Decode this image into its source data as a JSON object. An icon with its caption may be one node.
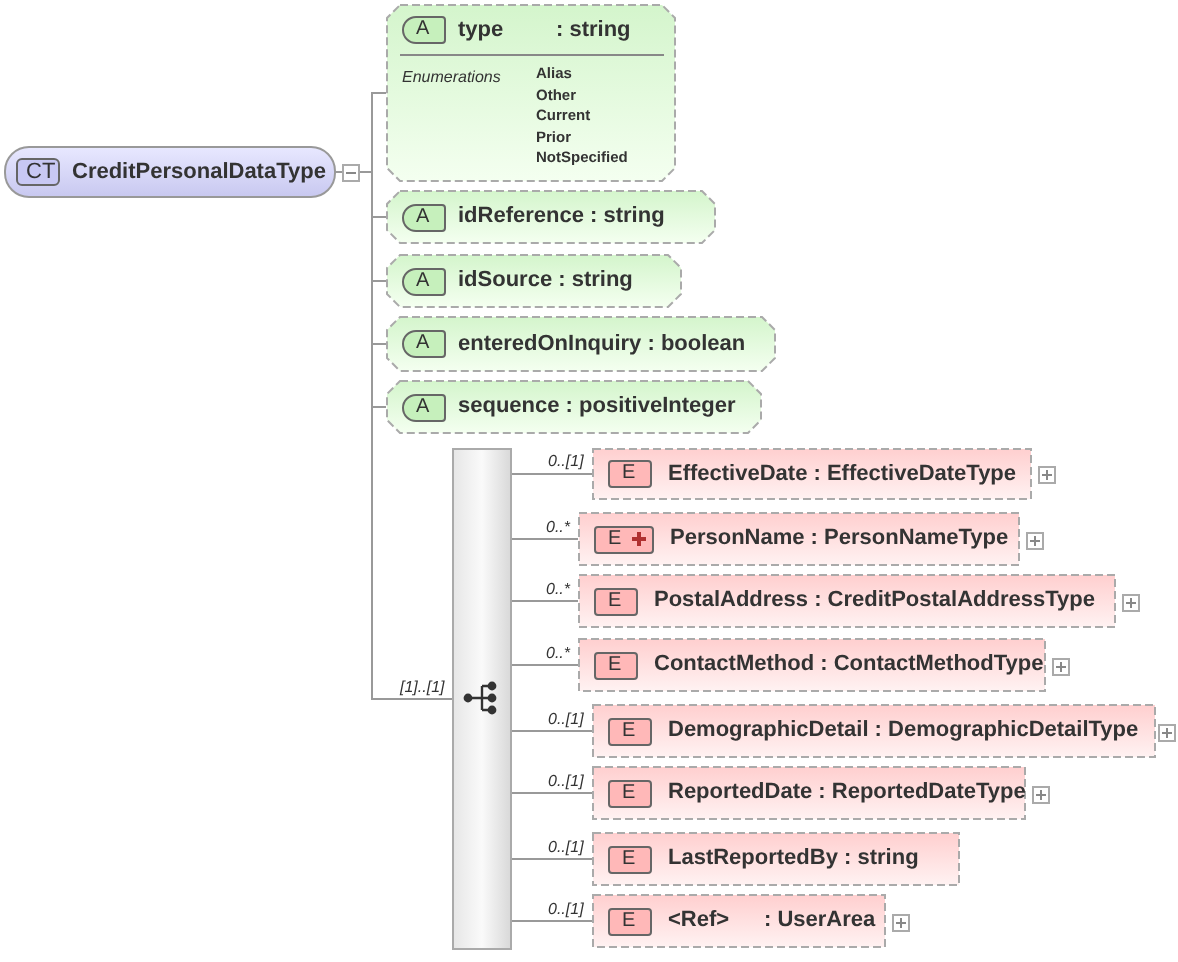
{
  "diagram": {
    "nodes": [
      {
        "text": [
          "CT",
          "CreditPersonalDataType"
        ]
      },
      {
        "text": [
          "A",
          "type",
          ": string",
          "Enumerations",
          "Alias",
          "Other",
          "Current",
          "Prior",
          "NotSpecified"
        ]
      },
      {
        "text": [
          "A",
          "idReference : string"
        ]
      },
      {
        "text": [
          "A",
          "idSource : string"
        ]
      },
      {
        "text": [
          "A",
          "enteredOnInquiry : boolean"
        ]
      },
      {
        "text": [
          "A",
          "sequence : positiveInteger"
        ]
      },
      {
        "text": [],
        "shape": "bar"
      },
      {
        "text": [
          "E",
          "EffectiveDate : EffectiveDateType"
        ]
      },
      {
        "text": [
          "E",
          "PersonName : PersonNameType"
        ]
      },
      {
        "text": [
          "E",
          "PostalAddress : CreditPostalAddressType"
        ]
      },
      {
        "text": [
          "E",
          "ContactMethod : ContactMethodType"
        ]
      },
      {
        "text": [
          "E",
          "DemographicDetail : DemographicDetailType"
        ]
      },
      {
        "text": [
          "E",
          "ReportedDate : ReportedDateType"
        ]
      },
      {
        "text": [
          "E",
          "LastReportedBy : string"
        ]
      },
      {
        "text": [
          "E",
          "<Ref>",
          ": UserArea"
        ]
      }
    ],
    "edges": [
      {
        "from": 0,
        "to": 1,
        "arrow": "none"
      },
      {
        "from": 0,
        "to": 2,
        "arrow": "none"
      },
      {
        "from": 0,
        "to": 3,
        "arrow": "none"
      },
      {
        "from": 0,
        "to": 4,
        "arrow": "none"
      },
      {
        "from": 0,
        "to": 5,
        "arrow": "none"
      },
      {
        "from": 0,
        "to": 6,
        "arrow": "none",
        "label": "[1]..[1]"
      },
      {
        "from": 6,
        "to": 7,
        "arrow": "none",
        "label": "0..[1]"
      },
      {
        "from": 6,
        "to": 8,
        "arrow": "none",
        "label": "0..*"
      },
      {
        "from": 6,
        "to": 9,
        "arrow": "none",
        "label": "0..*"
      },
      {
        "from": 6,
        "to": 10,
        "arrow": "none",
        "label": "0..*"
      },
      {
        "from": 6,
        "to": 11,
        "arrow": "none",
        "label": "0..[1]"
      },
      {
        "from": 6,
        "to": 12,
        "arrow": "none",
        "label": "0..[1]"
      },
      {
        "from": 6,
        "to": 13,
        "arrow": "none",
        "label": "0..[1]"
      },
      {
        "from": 6,
        "to": 14,
        "arrow": "none",
        "label": "0..[1]"
      }
    ]
  }
}
